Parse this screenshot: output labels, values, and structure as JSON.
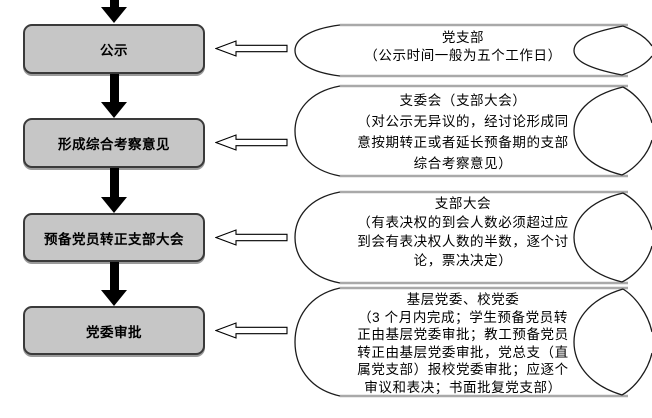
{
  "diagram": {
    "title_hint": "预备党员转正流程（局部）",
    "steps": [
      {
        "label": "公示",
        "note_org": "党支部",
        "note_detail": "（公示时间一般为五个工作日）"
      },
      {
        "label": "形成综合考察意见",
        "note_org": "支委会（支部大会）",
        "note_detail": "（对公示无异议的，经讨论形成同意按期转正或者延长预备期的支部综合考察意见）"
      },
      {
        "label": "预备党员转正支部大会",
        "note_org": "支部大会",
        "note_detail": "（有表决权的到会人数必须超过应到会有表决权人数的半数，逐个讨论，票决决定）"
      },
      {
        "label": "党委审批",
        "note_org": "基层党委、校党委",
        "note_detail": "（3 个月内完成；学生预备党员转正由基层党委审批；教工预备党员转正由基层党委审批，党总支（直属党支部）报校党委审批；应逐个审议和表决；书面批复党支部）"
      }
    ],
    "colors": {
      "box_fill": "#c6c6c6",
      "box_border": "#3a3a3a",
      "arrow_fill": "#000000",
      "callout_line_gray": "#a9a9a9",
      "callout_line_dark": "#1b1b1b"
    }
  }
}
